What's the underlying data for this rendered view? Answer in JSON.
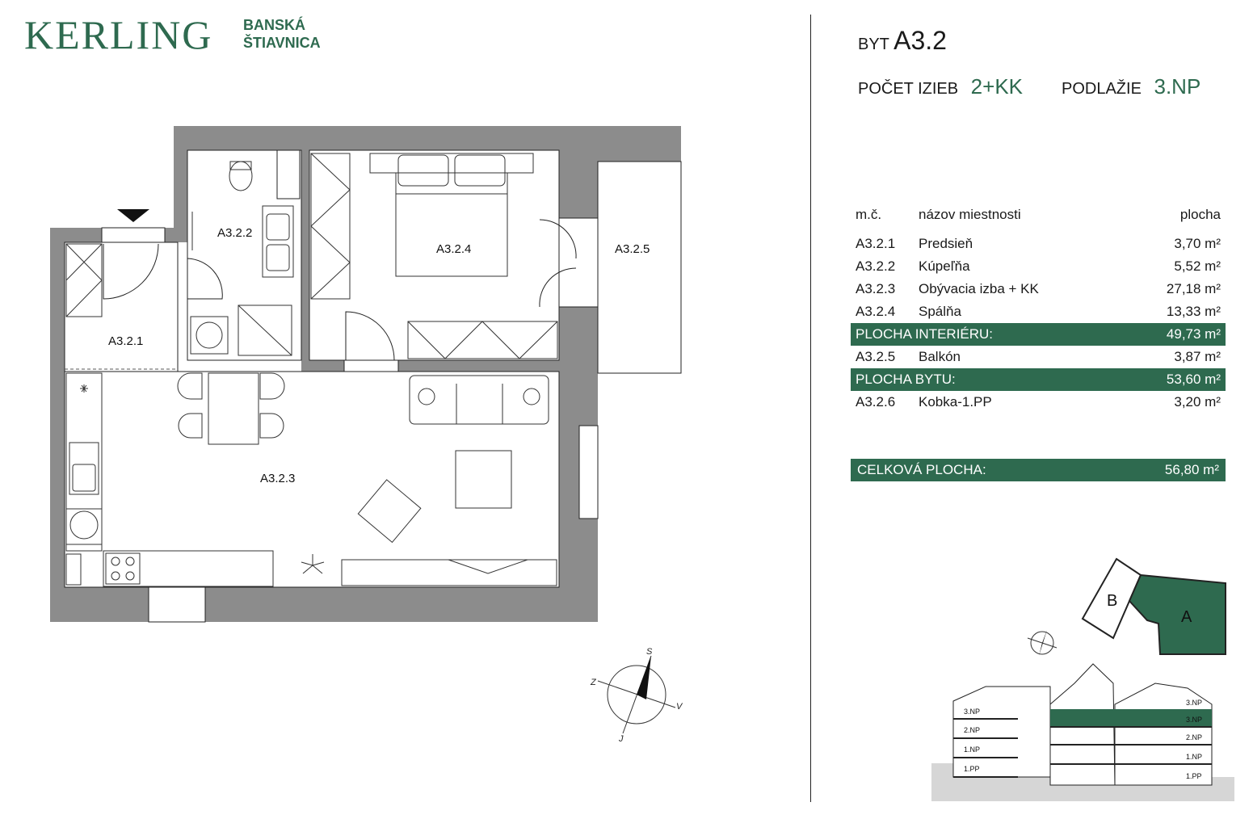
{
  "brand": {
    "name": "KERLING",
    "sub_line1": "BANSKÁ",
    "sub_line2": "ŠTIAVNICA"
  },
  "apartment": {
    "label": "BYT",
    "code": "A3.2",
    "rooms_label": "POČET IZIEB",
    "rooms_value": "2+KK",
    "floor_label": "PODLAŽIE",
    "floor_value": "3.NP"
  },
  "plan": {
    "room_labels": [
      "A3.2.1",
      "A3.2.2",
      "A3.2.3",
      "A3.2.4",
      "A3.2.5"
    ],
    "compass": {
      "n": "S",
      "s": "J",
      "w": "Z",
      "e": "V"
    }
  },
  "table": {
    "headers": [
      "m.č.",
      "názov miestnosti",
      "plocha"
    ],
    "rows": [
      {
        "id": "A3.2.1",
        "name": "Predsieň",
        "area": "3,70 m²",
        "hl": false
      },
      {
        "id": "A3.2.2",
        "name": "Kúpeľňa",
        "area": "5,52 m²",
        "hl": false
      },
      {
        "id": "A3.2.3",
        "name": "Obývacia izba + KK",
        "area": "27,18 m²",
        "hl": false
      },
      {
        "id": "A3.2.4",
        "name": "Spálňa",
        "area": "13,33 m²",
        "hl": false
      },
      {
        "id": "",
        "name": "PLOCHA INTERIÉRU:",
        "area": "49,73 m²",
        "hl": true
      },
      {
        "id": "A3.2.5",
        "name": "Balkón",
        "area": "3,87 m²",
        "hl": false
      },
      {
        "id": "",
        "name": "PLOCHA BYTU:",
        "area": "53,60 m²",
        "hl": true
      },
      {
        "id": "A3.2.6",
        "name": "Kobka-1.PP",
        "area": "3,20 m²",
        "hl": false
      }
    ],
    "total_label": "CELKOVÁ PLOCHA:",
    "total_value": "56,80 m²"
  },
  "site": {
    "block_a": "A",
    "block_b": "B"
  },
  "section": {
    "left_floors": [
      "3.NP",
      "2.NP",
      "1.NP",
      "1.PP"
    ],
    "right_floors": [
      "3.NP",
      "3.NP",
      "2.NP",
      "1.NP",
      "1.PP"
    ]
  },
  "colors": {
    "accent": "#2e6a4f",
    "wall": "#8c8c8c"
  }
}
